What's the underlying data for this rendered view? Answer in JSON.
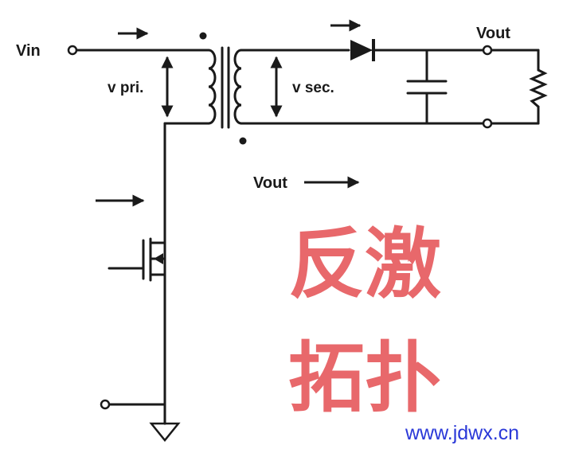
{
  "labels": {
    "vin": "Vin",
    "vout_top": "Vout",
    "v_pri": "v pri.",
    "v_sec": "v sec.",
    "vout_mid": "Vout"
  },
  "title": {
    "line1": "反激",
    "line2": "拓扑"
  },
  "watermark": "www.jdwx.cn",
  "colors": {
    "wire": "#1a1a1a",
    "title": "#e8686b",
    "watermark": "#2a38d8"
  }
}
